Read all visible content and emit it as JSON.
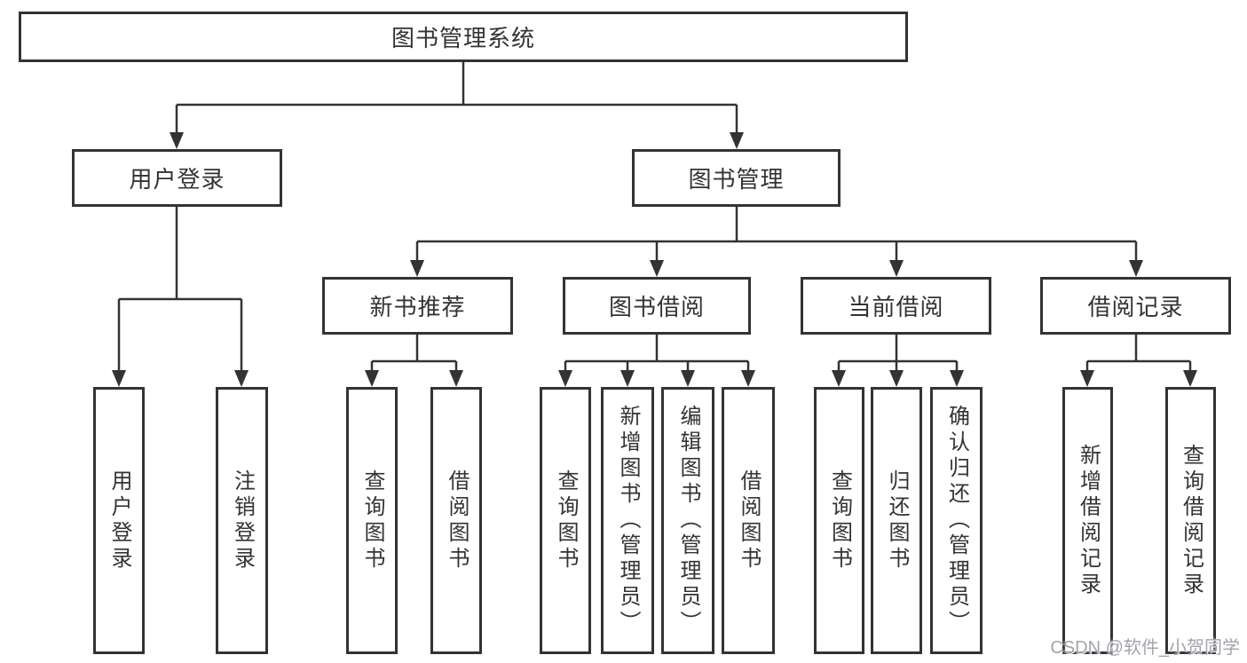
{
  "tree": {
    "root": {
      "label": "图书管理系统"
    },
    "children": [
      {
        "label": "用户登录",
        "children": [
          {
            "label": "用户登录"
          },
          {
            "label": "注销登录"
          }
        ]
      },
      {
        "label": "图书管理",
        "children": [
          {
            "label": "新书推荐",
            "children": [
              {
                "label": "查询图书"
              },
              {
                "label": "借阅图书"
              }
            ]
          },
          {
            "label": "图书借阅",
            "children": [
              {
                "label": "查询图书"
              },
              {
                "label": "新增图书（管理员）"
              },
              {
                "label": "编辑图书（管理员）"
              },
              {
                "label": "借阅图书"
              }
            ]
          },
          {
            "label": "当前借阅",
            "children": [
              {
                "label": "查询图书"
              },
              {
                "label": "归还图书"
              },
              {
                "label": "确认归还（管理员）"
              }
            ]
          },
          {
            "label": "借阅记录",
            "children": [
              {
                "label": "新增借阅记录"
              },
              {
                "label": "查询借阅记录"
              }
            ]
          }
        ]
      }
    ]
  },
  "watermark": "CSDN @软件_小贺同学",
  "colors": {
    "line": "#333333",
    "box_border": "#333333",
    "box_background": "#ffffff",
    "text": "#333333",
    "watermark_text": "#a3a3ab"
  }
}
